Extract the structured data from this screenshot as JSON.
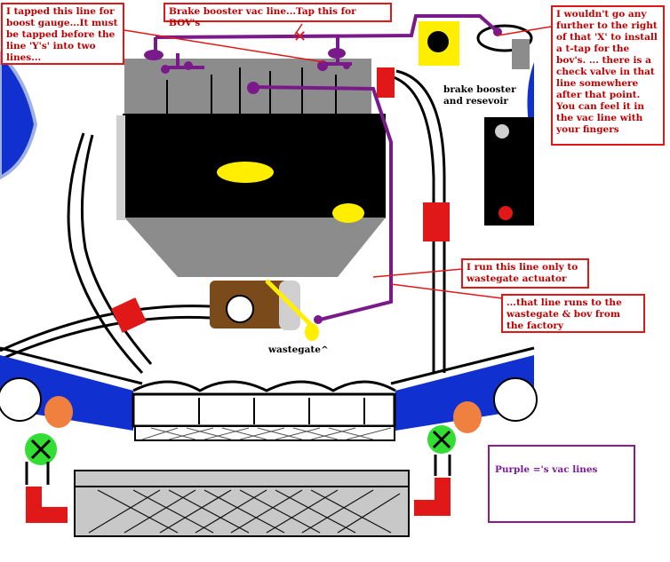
{
  "annotations": {
    "tapped_line": "I tapped this line for boost gauge...It must be tapped before the line 'Y's' into two lines...",
    "brake_booster_vac": "Brake booster vac line...Tap this for BOV's",
    "no_further": "I wouldn't go any further to the right of that 'X' to install a t-tap for the bov's. ... there is a check valve in that line somewhere after that point.  You can feel it in the vac line with your fingers",
    "wastegate_only": "I run this line only to wastegate actuator",
    "factory_line": "...that line runs to the wastegate & bov from the factory",
    "legend": "Purple ='s vac lines"
  },
  "labels": {
    "brake_booster": "brake booster\nand resevoir",
    "wastegate": "wastegate^",
    "x_mark": "✕"
  },
  "colors": {
    "vac_line": "#7a1a8a",
    "annotation_red": "#e01818",
    "engine_grey": "#8c8c8c",
    "engine_black": "#000000",
    "accent_yellow": "#ffee00",
    "hose_red": "#e01818",
    "body_blue": "#1030d0",
    "green_light": "#33dd33",
    "orange_light": "#f08040",
    "intercooler_grey": "#c8c8c8",
    "turbo_brown": "#7a4a1a"
  }
}
